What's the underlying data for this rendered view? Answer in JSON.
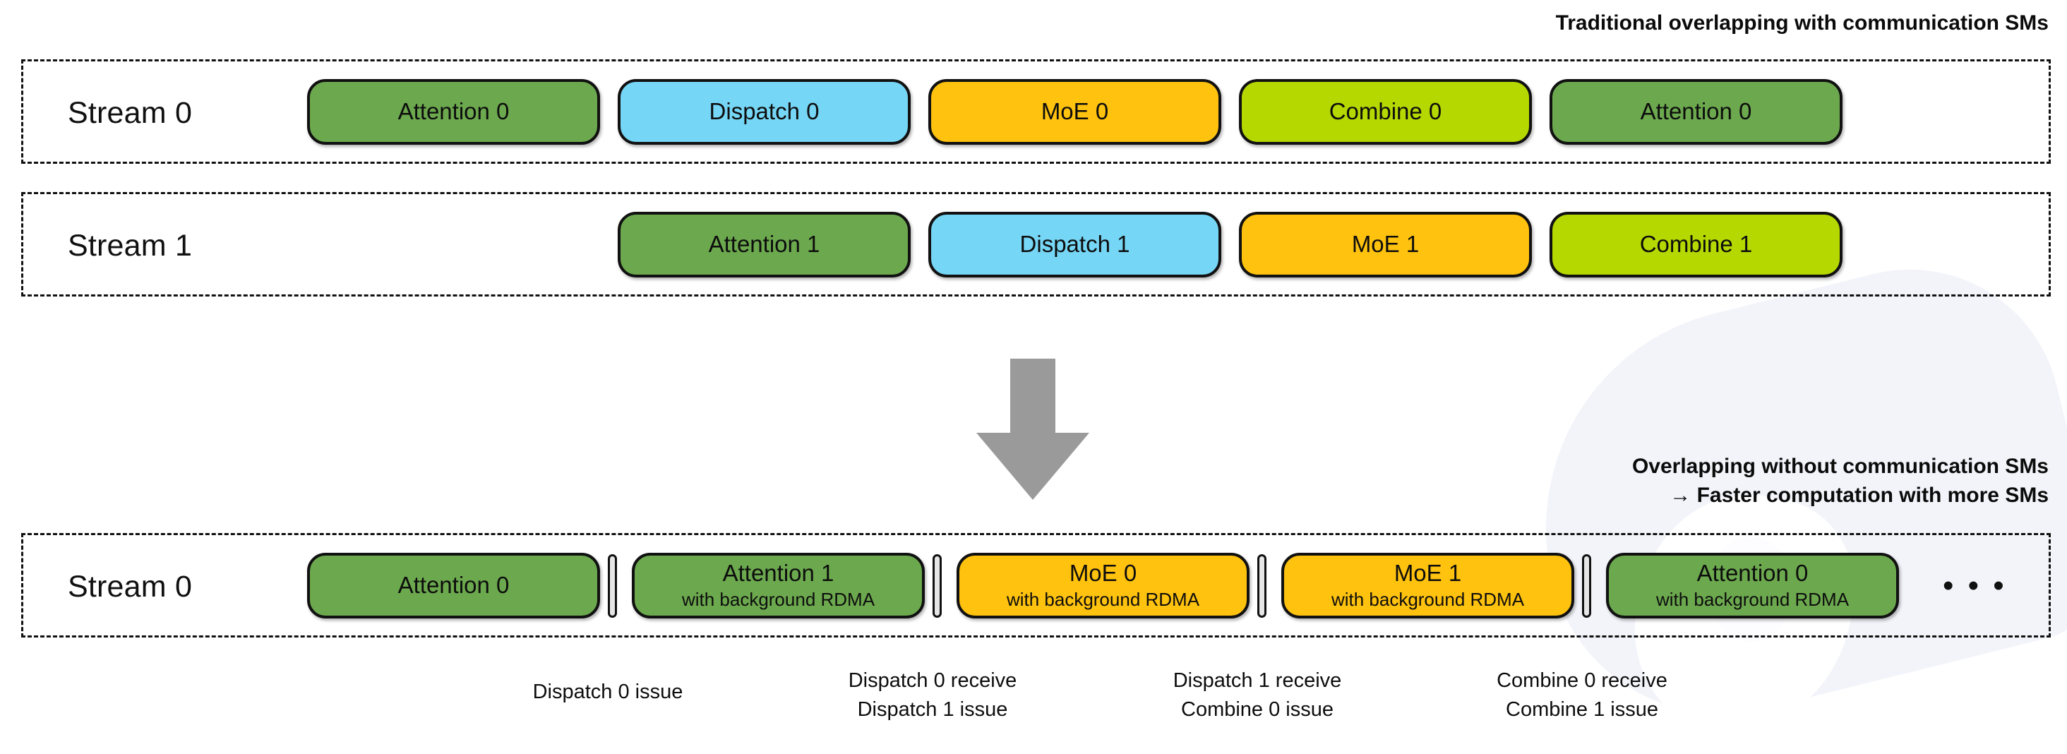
{
  "headings": {
    "top": "Traditional overlapping with communication SMs",
    "bottom": "Overlapping without communication SMs\n→ Faster computation with more SMs"
  },
  "colors": {
    "attention": "#6CA94E",
    "dispatch": "#76D6F5",
    "moe": "#FFC20E",
    "combine": "#B5D800",
    "outline": "#111111",
    "arrow": "#9A9A9A",
    "separator": "#E6E6E6",
    "watermark": "#F3F4FA"
  },
  "lanes": [
    {
      "id": "top-stream-0",
      "label": "Stream 0",
      "blocks": [
        {
          "label": "Attention 0",
          "sub": "",
          "kind": "attention"
        },
        {
          "label": "Dispatch 0",
          "sub": "",
          "kind": "dispatch"
        },
        {
          "label": "MoE 0",
          "sub": "",
          "kind": "moe"
        },
        {
          "label": "Combine 0",
          "sub": "",
          "kind": "combine"
        },
        {
          "label": "Attention 0",
          "sub": "",
          "kind": "attention"
        }
      ]
    },
    {
      "id": "top-stream-1",
      "label": "Stream 1",
      "blocks": [
        {
          "label": "Attention 1",
          "sub": "",
          "kind": "attention"
        },
        {
          "label": "Dispatch 1",
          "sub": "",
          "kind": "dispatch"
        },
        {
          "label": "MoE 1",
          "sub": "",
          "kind": "moe"
        },
        {
          "label": "Combine 1",
          "sub": "",
          "kind": "combine"
        }
      ]
    },
    {
      "id": "bottom-stream-0",
      "label": "Stream 0",
      "trailing": "• • •",
      "blocks": [
        {
          "label": "Attention 0",
          "sub": "",
          "kind": "attention"
        },
        {
          "label": "Attention 1",
          "sub": "with background RDMA",
          "kind": "attention"
        },
        {
          "label": "MoE 0",
          "sub": "with background RDMA",
          "kind": "moe"
        },
        {
          "label": "MoE 1",
          "sub": "with background RDMA",
          "kind": "moe"
        },
        {
          "label": "Attention 0",
          "sub": "with background RDMA",
          "kind": "attention"
        }
      ]
    }
  ],
  "captions": [
    {
      "text": "Dispatch 0 issue"
    },
    {
      "text": "Dispatch 0 receive\nDispatch 1 issue"
    },
    {
      "text": "Dispatch 1 receive\nCombine 0 issue"
    },
    {
      "text": "Combine 0 receive\nCombine 1 issue"
    }
  ],
  "arrow": {
    "name": "down-arrow"
  }
}
